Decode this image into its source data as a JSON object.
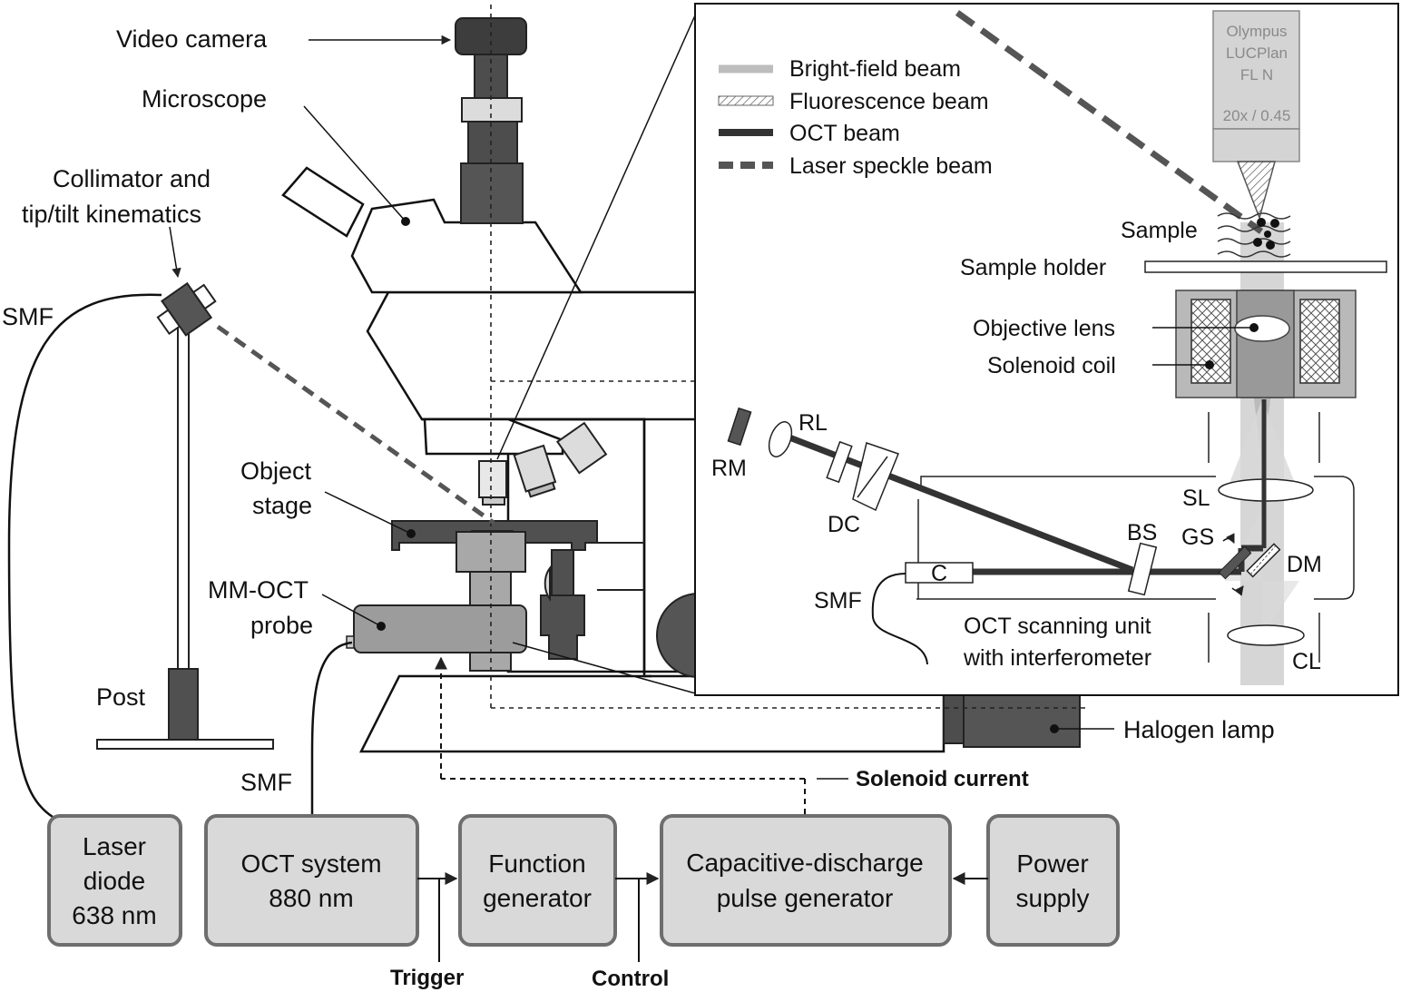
{
  "labels": {
    "video_camera": "Video camera",
    "microscope": "Microscope",
    "collimator_1": "Collimator and",
    "collimator_2": "tip/tilt kinematics",
    "smf_left": "SMF",
    "object_1": "Object",
    "object_2": "stage",
    "mmoct_1": "MM-OCT",
    "mmoct_2": "probe",
    "post": "Post",
    "smf_probe": "SMF",
    "halogen_lamp": "Halogen lamp",
    "solenoid_current": "Solenoid current",
    "trigger": "Trigger",
    "control": "Control"
  },
  "boxes": {
    "laser": [
      "Laser",
      "diode",
      "638 nm"
    ],
    "oct": [
      "OCT system",
      "880 nm"
    ],
    "function": [
      "Function",
      "generator"
    ],
    "capacitive": [
      "Capacitive-discharge",
      "pulse generator"
    ],
    "power": [
      "Power",
      "supply"
    ]
  },
  "inset": {
    "legend": [
      "Bright-field beam",
      "Fluorescence beam",
      "OCT beam",
      "Laser speckle beam"
    ],
    "objective_text": [
      "Olympus",
      "LUCPlan",
      "FL N",
      "20x / 0.45"
    ],
    "sample": "Sample",
    "sample_holder": "Sample holder",
    "objective_lens": "Objective lens",
    "solenoid_coil": "Solenoid coil",
    "rl": "RL",
    "rm": "RM",
    "dc": "DC",
    "sl": "SL",
    "bs": "BS",
    "gs": "GS",
    "dm": "DM",
    "c": "C",
    "smf": "SMF",
    "cl": "CL",
    "scan_unit_1": "OCT scanning unit",
    "scan_unit_2": "with interferometer"
  },
  "colors": {
    "dark_gray": "#575757",
    "mid_gray": "#8f8f8f",
    "light_gray": "#c6c6c6",
    "box_fill": "#d9d9d9",
    "box_stroke": "#6e6e6e"
  }
}
